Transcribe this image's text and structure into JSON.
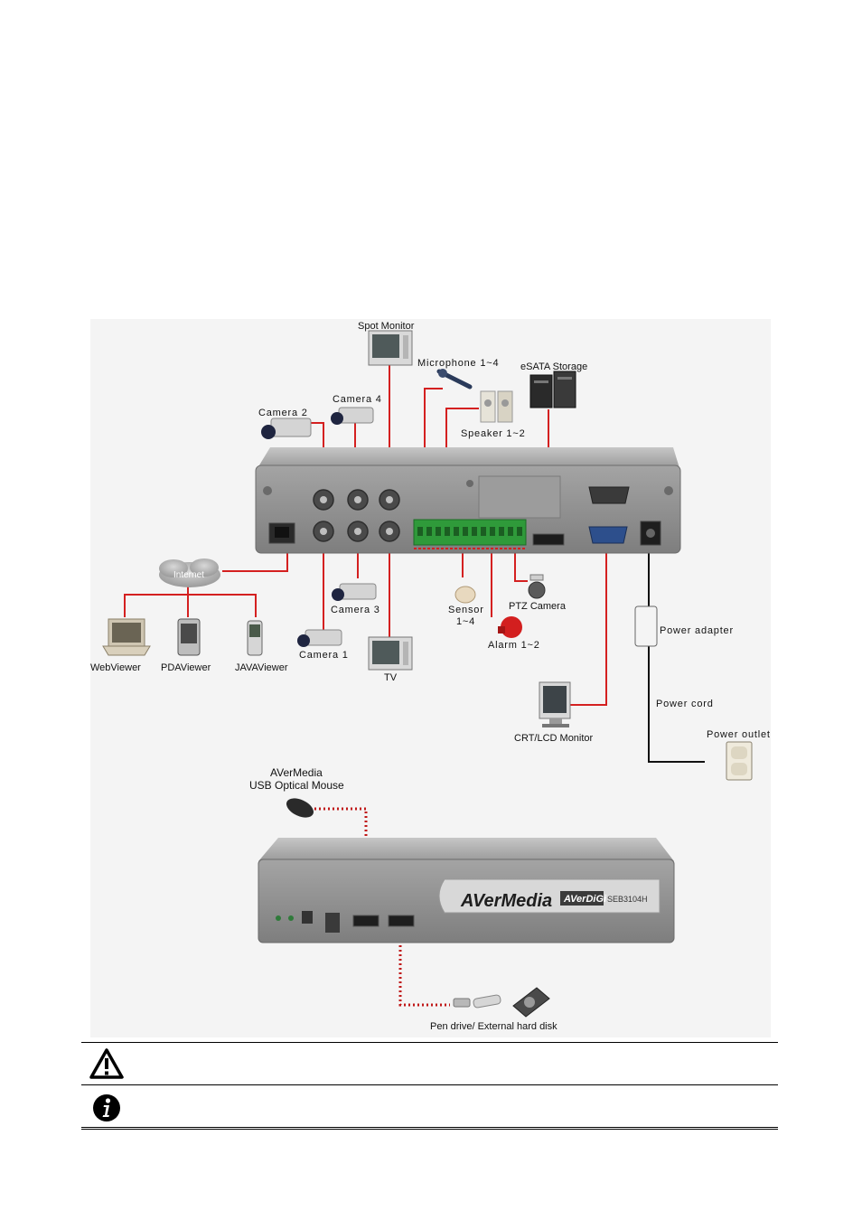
{
  "labels": {
    "spot_monitor": "Spot Monitor",
    "microphone": "Microphone 1~4",
    "esata_storage": "eSATA Storage",
    "camera2": "Camera 2",
    "camera4": "Camera 4",
    "speaker": "Speaker 1~2",
    "internet": "Internet",
    "webviewer": "WebViewer",
    "pdaviewer": "PDAViewer",
    "javaviewer": "JAVAViewer",
    "camera3": "Camera 3",
    "camera1": "Camera 1",
    "tv": "TV",
    "sensor_line1": "Sensor",
    "sensor_line2": "1~4",
    "alarm": "Alarm 1~2",
    "ptz_camera": "PTZ Camera",
    "power_adapter": "Power adapter",
    "power_cord": "Power cord",
    "power_outlet": "Power outlet",
    "crt_lcd_monitor": "CRT/LCD Monitor",
    "mouse_line1": "AVerMedia",
    "mouse_line2": "USB Optical Mouse",
    "brand": "AVerMedia",
    "product_badge": "AVerDiGi",
    "model": "SEB3104H",
    "pen_drive": "Pen drive/ External hard disk"
  },
  "notes": [
    {
      "icon": "warning-icon",
      "text": ""
    },
    {
      "icon": "info-icon",
      "text": ""
    }
  ],
  "colors": {
    "connection_line": "#d42020",
    "usb_dotted_line": "#c01818",
    "power_line": "#111111",
    "panel_bg": "#f4f4f4",
    "dvr_body": "#8e8e8e"
  }
}
